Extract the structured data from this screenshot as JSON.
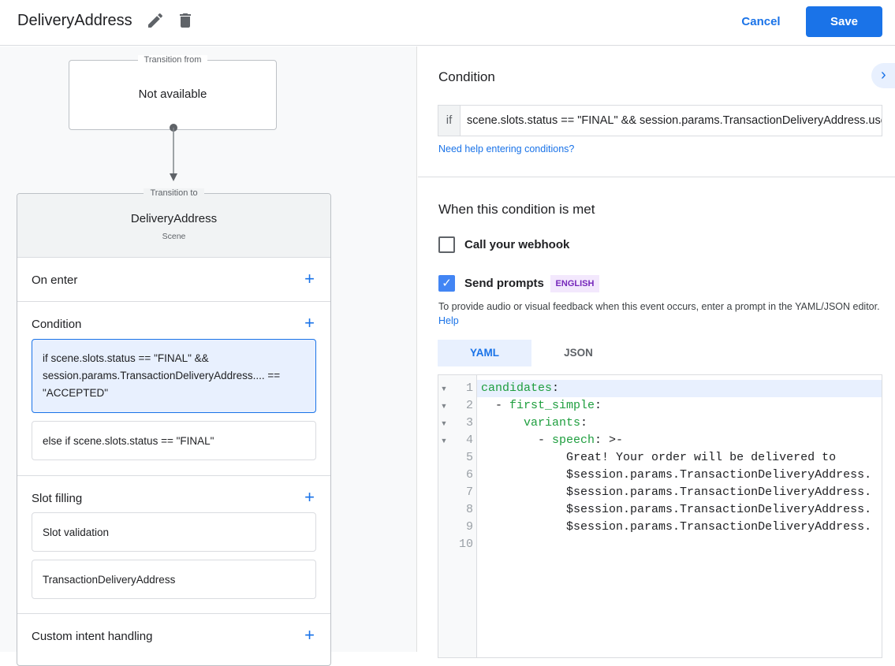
{
  "header": {
    "title": "DeliveryAddress",
    "edit_icon": "pencil-icon",
    "delete_icon": "trash-icon",
    "cancel_label": "Cancel",
    "save_label": "Save"
  },
  "flow": {
    "from_legend": "Transition from",
    "from_value": "Not available",
    "to_legend": "Transition to",
    "to_scene": "DeliveryAddress",
    "to_type": "Scene",
    "sections": {
      "on_enter": "On enter",
      "condition": "Condition",
      "condition_items": [
        "if scene.slots.status == \"FINAL\" && session.params.TransactionDeliveryAddress.... == \"ACCEPTED\"",
        "else if scene.slots.status == \"FINAL\""
      ],
      "slot_filling": "Slot filling",
      "slot_items": [
        "Slot validation",
        "TransactionDeliveryAddress"
      ],
      "custom_intent": "Custom intent handling"
    },
    "add_label": "+"
  },
  "panel": {
    "condition_title": "Condition",
    "if_label": "if",
    "condition_value": "scene.slots.status == \"FINAL\" && session.params.TransactionDeliveryAddress.userDecision == \"ACCEPTED\"",
    "help_link": "Need help entering conditions?",
    "met_title": "When this condition is met",
    "webhook_label": "Call your webhook",
    "webhook_checked": false,
    "prompts_label": "Send prompts",
    "prompts_checked": true,
    "lang_badge": "ENGLISH",
    "desc": "To provide audio or visual feedback when this event occurs, enter a prompt in the YAML/JSON editor.",
    "desc_link": "Help",
    "tabs": [
      "YAML",
      "JSON"
    ],
    "active_tab": "YAML",
    "code_lines": [
      {
        "n": "1",
        "indent": "",
        "key": "candidates",
        "rest": ":"
      },
      {
        "n": "2",
        "indent": "  - ",
        "key": "first_simple",
        "rest": ":"
      },
      {
        "n": "3",
        "indent": "      ",
        "key": "variants",
        "rest": ":"
      },
      {
        "n": "4",
        "indent": "        - ",
        "key": "speech",
        "rest": ": >-"
      },
      {
        "n": "5",
        "indent": "            ",
        "key": "",
        "rest": "Great! Your order will be delivered to"
      },
      {
        "n": "6",
        "indent": "            ",
        "key": "",
        "rest": "$session.params.TransactionDeliveryAddress."
      },
      {
        "n": "7",
        "indent": "            ",
        "key": "",
        "rest": "$session.params.TransactionDeliveryAddress."
      },
      {
        "n": "8",
        "indent": "            ",
        "key": "",
        "rest": "$session.params.TransactionDeliveryAddress."
      },
      {
        "n": "9",
        "indent": "            ",
        "key": "",
        "rest": "$session.params.TransactionDeliveryAddress."
      },
      {
        "n": "10",
        "indent": "",
        "key": "",
        "rest": ""
      }
    ]
  },
  "colors": {
    "accent": "#1a73e8",
    "badge_bg": "#f3e8fd",
    "badge_text": "#7627bb",
    "yaml_key": "#1e9e3e"
  }
}
